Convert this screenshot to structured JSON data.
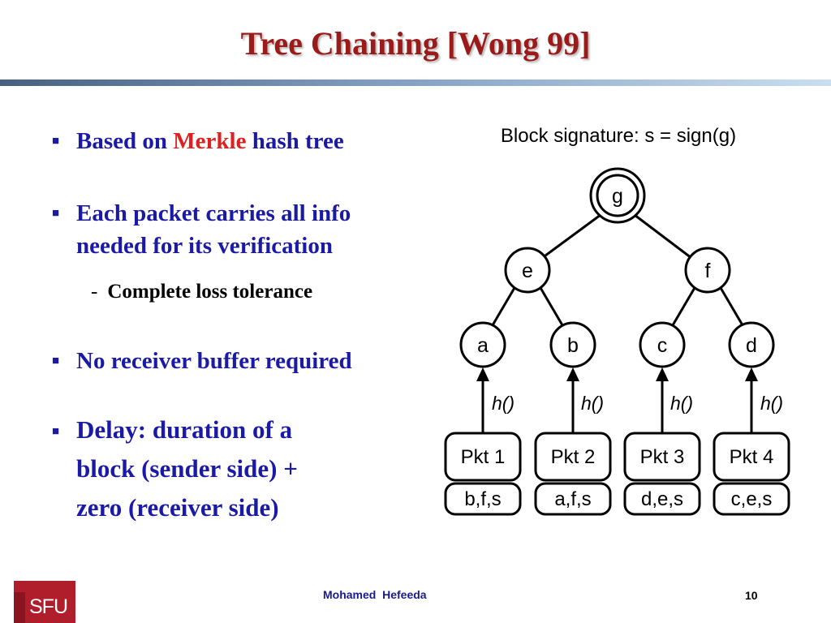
{
  "slide": {
    "title": "Tree Chaining [Wong 99]",
    "bullets": [
      {
        "pre": "Based on ",
        "highlight": "Merkle",
        "post": " hash tree"
      },
      {
        "line1": "Each packet carries all info",
        "line2": "needed for its verification"
      },
      {
        "text": "No receiver buffer required"
      },
      {
        "line1": "Delay: duration of a",
        "line2": "block (sender side) +",
        "line3": "zero (receiver side)"
      }
    ],
    "sub_bullet": {
      "dash": "-",
      "text": "Complete loss tolerance"
    }
  },
  "diagram": {
    "caption": "Block signature: s = sign(g)",
    "root": "g",
    "level1": [
      "e",
      "f"
    ],
    "leaves": [
      "a",
      "b",
      "c",
      "d"
    ],
    "hash_labels": [
      "h()",
      "h()",
      "h()",
      "h()"
    ],
    "packets": [
      "Pkt 1",
      "Pkt 2",
      "Pkt 3",
      "Pkt 4"
    ],
    "auth_info": [
      "b,f,s",
      "a,f,s",
      "d,e,s",
      "c,e,s"
    ]
  },
  "footer": {
    "author": "Mohamed  Hefeeda",
    "page": "10",
    "logo_text": "SFU"
  },
  "colors": {
    "title": "#9b1b1b",
    "bullet_text": "#1a1aa6",
    "highlight": "#e01f1f",
    "logo": "#b01e2c"
  }
}
